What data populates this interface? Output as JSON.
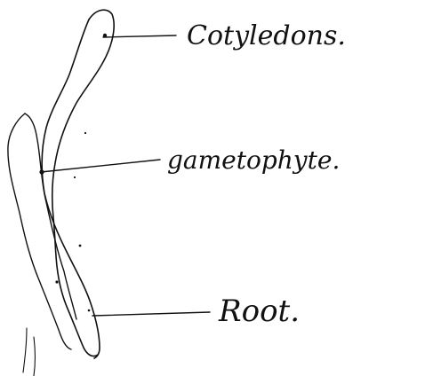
{
  "labels": {
    "cotyledons": "Cotyledons.",
    "gametophyte": "gametophyte.",
    "root": "Root."
  },
  "colors": {
    "ink": "#111111",
    "background": "#ffffff"
  }
}
